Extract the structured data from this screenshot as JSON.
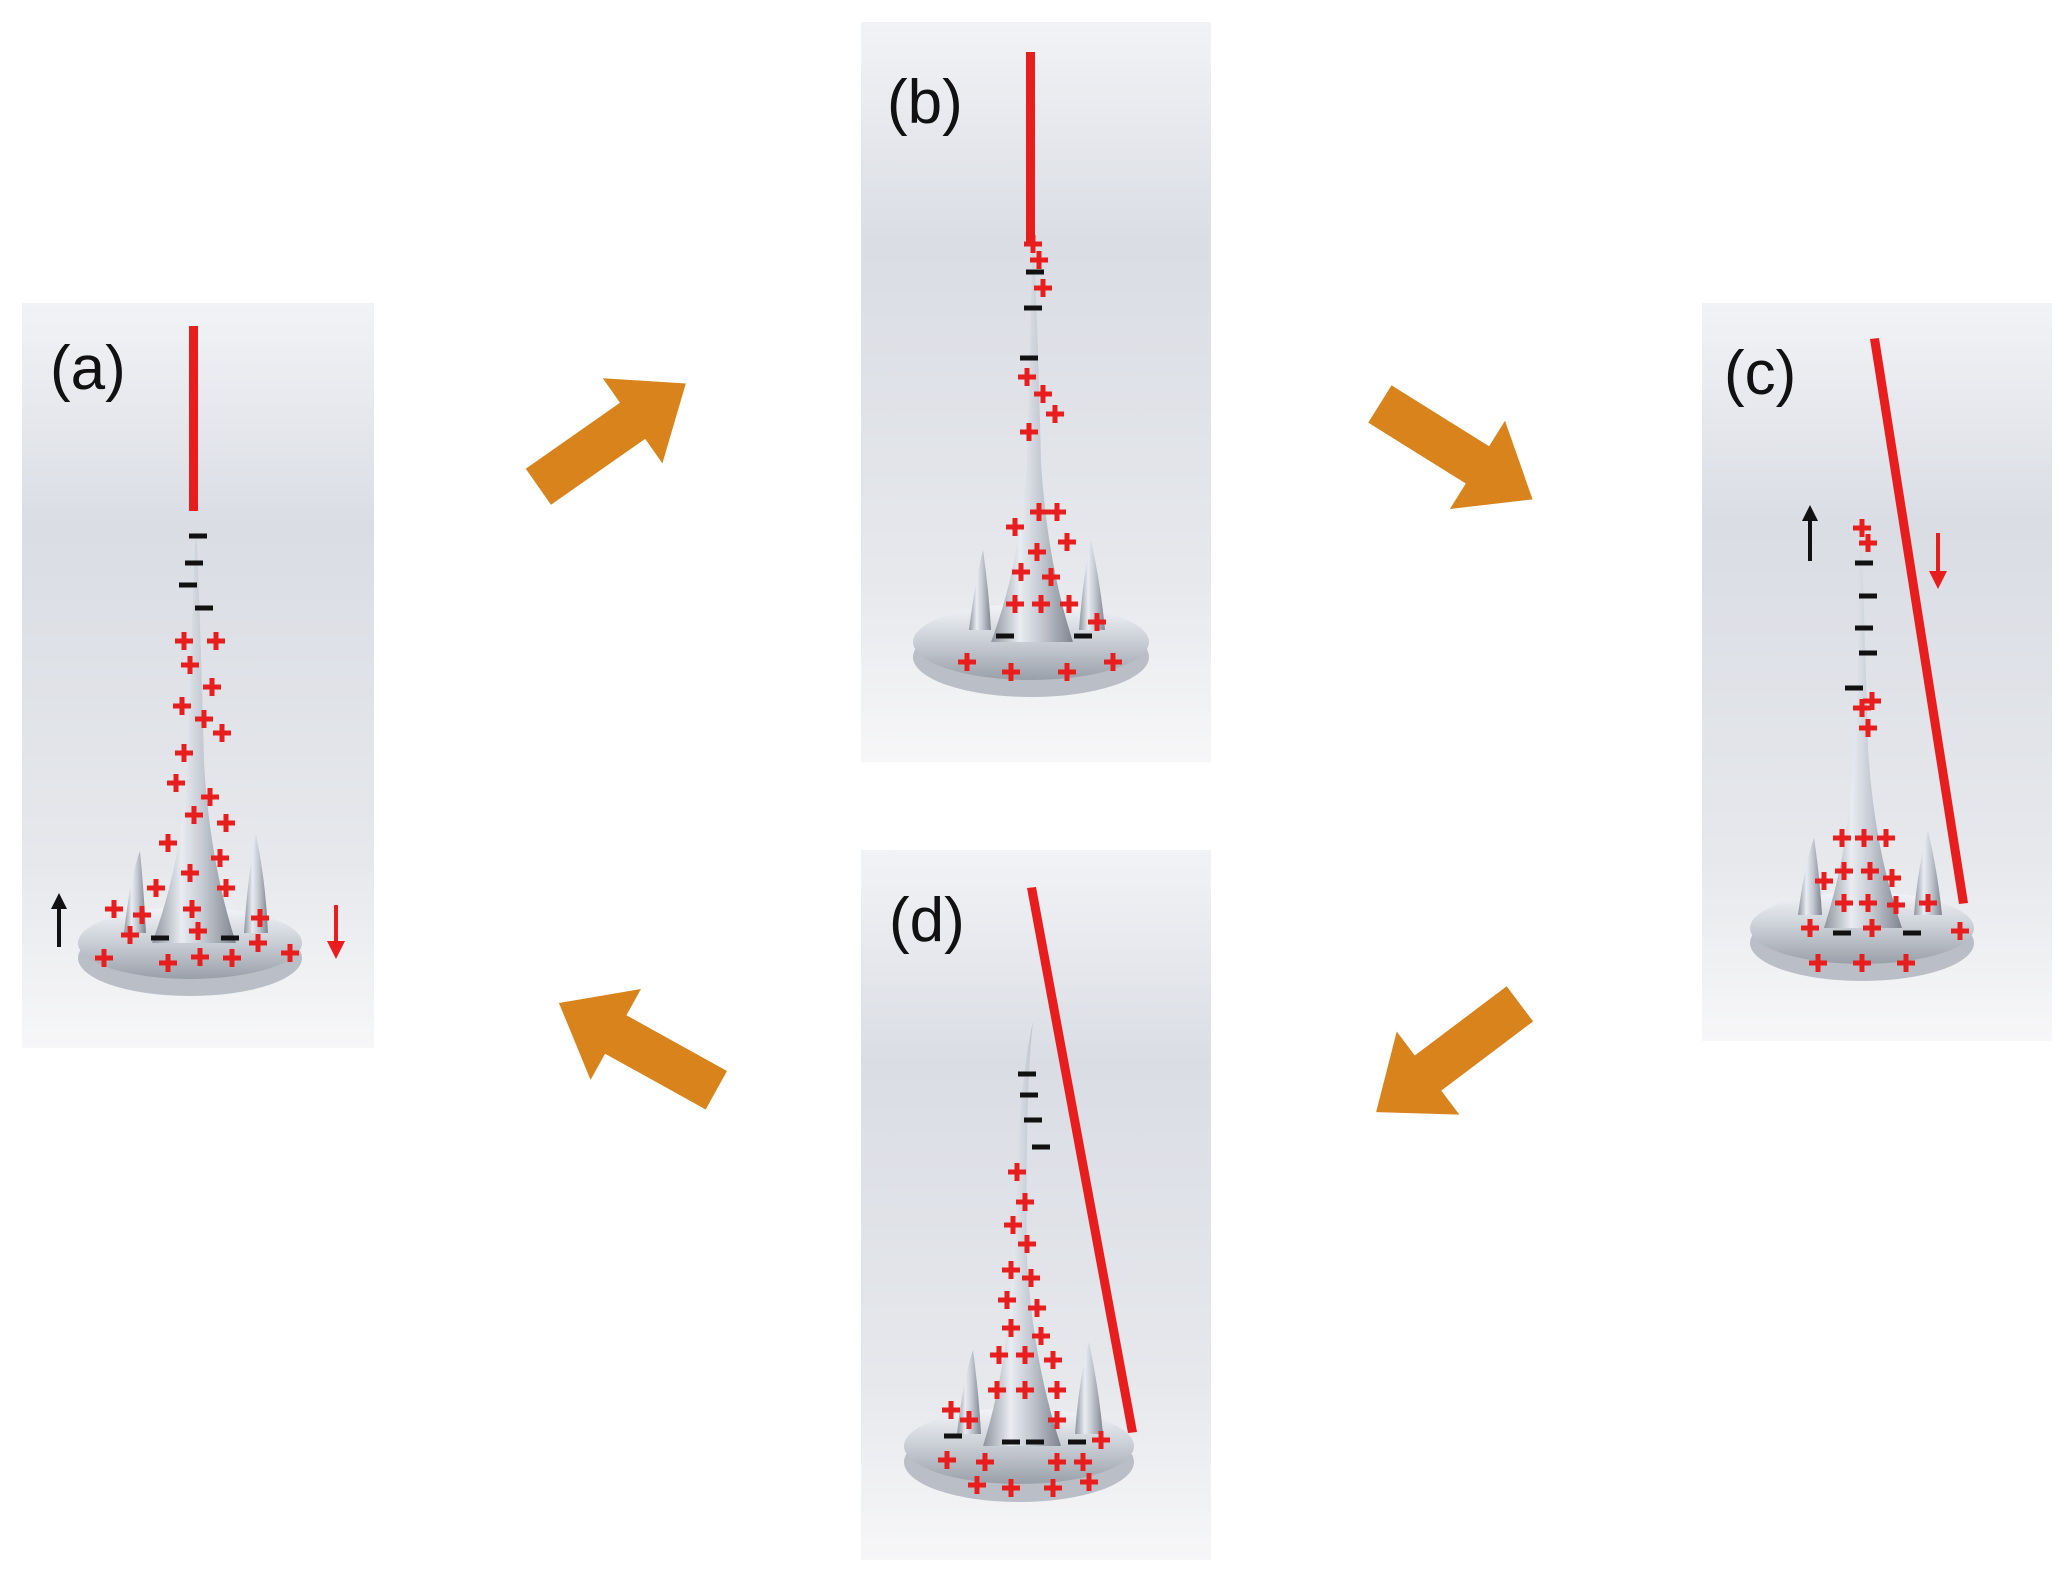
{
  "panels": {
    "a": {
      "label": "(a)"
    },
    "b": {
      "label": "(b)"
    },
    "c": {
      "label": "(c)"
    },
    "d": {
      "label": "(d)"
    }
  },
  "colors": {
    "arrow": "#D9831C",
    "wire": "#E81E1E",
    "charge_positive": "#E81E1E",
    "charge_negative": "#111111",
    "motion_up": "#111111",
    "motion_down": "#E81E1E",
    "panel_bg_top": "#ECEEF3",
    "panel_bg_mid": "#D9DCE3",
    "tower": "#C9CDD6"
  },
  "icons": {
    "cycle_arrow": "block-arrow-icon",
    "motion_arrow": "thin-arrow-icon"
  }
}
